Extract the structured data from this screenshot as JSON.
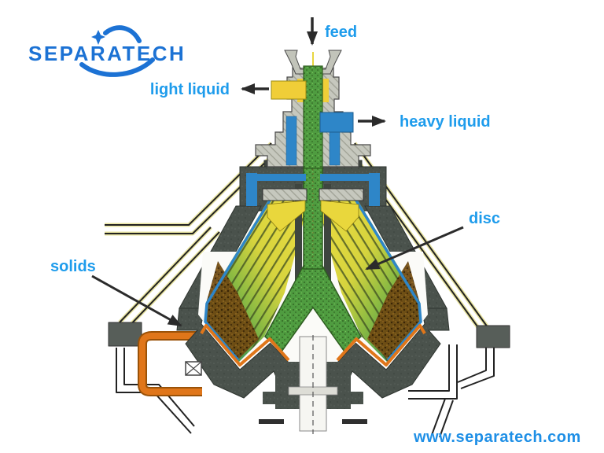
{
  "logo": {
    "text": "SEPARATECH"
  },
  "labels": {
    "feed": "feed",
    "light_liquid": "light liquid",
    "heavy_liquid": "heavy liquid",
    "disc": "disc",
    "solids": "solids"
  },
  "footer": {
    "url": "www.separatech.com"
  },
  "colors": {
    "label_blue": "#1E9CEC",
    "logo_blue": "#1C72D4",
    "url_blue": "#1E8FE6",
    "disc_yellow": "#EADB3E",
    "disc_green": "#54A04E",
    "distributor_green": "#4F9C40",
    "heavy_liquid_blue": "#2E86C8",
    "light_liquid_yellow": "#F0CE38",
    "solids_orange": "#E0761A",
    "solids_brown": "#6E4A12",
    "bowl_gray": "#4A524C",
    "arrow_black": "#2B2B2B"
  }
}
